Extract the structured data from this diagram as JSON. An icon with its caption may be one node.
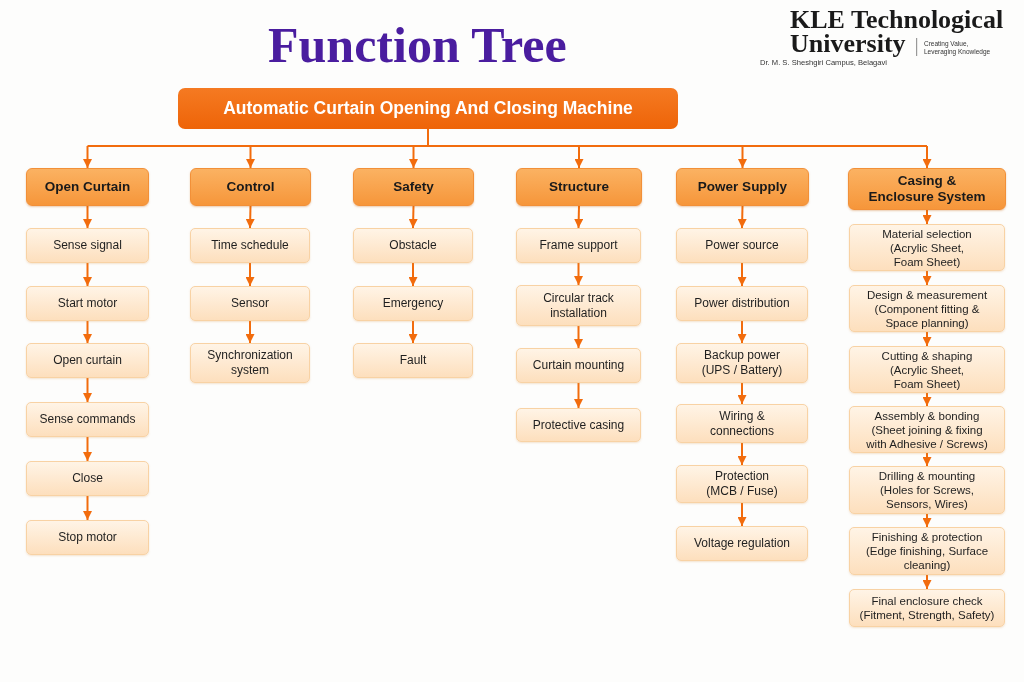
{
  "diagram": {
    "title": "Function Tree",
    "nodes": [
      {
        "text": [
          "Automatic Curtain Opening And Closing Machine"
        ]
      },
      {
        "text": [
          "Open Curtain"
        ]
      },
      {
        "text": [
          "Sense signal"
        ]
      },
      {
        "text": [
          "Start motor"
        ]
      },
      {
        "text": [
          "Open curtain"
        ]
      },
      {
        "text": [
          "Sense commands"
        ]
      },
      {
        "text": [
          "Close"
        ]
      },
      {
        "text": [
          "Stop motor"
        ]
      },
      {
        "text": [
          "Control"
        ]
      },
      {
        "text": [
          "Time schedule"
        ]
      },
      {
        "text": [
          "Sensor"
        ]
      },
      {
        "text": [
          "Synchronization system"
        ]
      },
      {
        "text": [
          "Safety"
        ]
      },
      {
        "text": [
          "Obstacle"
        ]
      },
      {
        "text": [
          "Emergency"
        ]
      },
      {
        "text": [
          "Fault"
        ]
      },
      {
        "text": [
          "Structure"
        ]
      },
      {
        "text": [
          "Frame support"
        ]
      },
      {
        "text": [
          "Circular track installation"
        ]
      },
      {
        "text": [
          "Curtain mounting"
        ]
      },
      {
        "text": [
          "Protective casing"
        ]
      },
      {
        "text": [
          "Power Supply"
        ]
      },
      {
        "text": [
          "Power source"
        ]
      },
      {
        "text": [
          "Power distribution"
        ]
      },
      {
        "text": [
          "Backup power (UPS / Battery)"
        ]
      },
      {
        "text": [
          "Wiring & connections"
        ]
      },
      {
        "text": [
          "Protection (MCB / Fuse)"
        ]
      },
      {
        "text": [
          "Voltage regulation"
        ]
      },
      {
        "text": [
          "Casing & Enclosure System"
        ]
      },
      {
        "text": [
          "Material selection (Acrylic Sheet, Foam Sheet)"
        ]
      },
      {
        "text": [
          "Design & measurement (Component fitting & Space planning)"
        ]
      },
      {
        "text": [
          "Cutting & shaping (Acrylic Sheet, Foam Sheet)"
        ]
      },
      {
        "text": [
          "Assembly & bonding (Sheet joining & fixing with Adhesive / Screws)"
        ]
      },
      {
        "text": [
          "Drilling & mounting (Holes for Screws, Sensors, Wires)"
        ]
      },
      {
        "text": [
          "Finishing & protection (Edge finishing, Surface cleaning)"
        ]
      },
      {
        "text": [
          "Final enclosure check (Fitment, Strength, Safety)"
        ]
      }
    ],
    "edges": [
      {
        "from": 0,
        "to": 1,
        "arrow": "to"
      },
      {
        "from": 0,
        "to": 8,
        "arrow": "to"
      },
      {
        "from": 0,
        "to": 12,
        "arrow": "to"
      },
      {
        "from": 0,
        "to": 16,
        "arrow": "to"
      },
      {
        "from": 0,
        "to": 21,
        "arrow": "to"
      },
      {
        "from": 0,
        "to": 28,
        "arrow": "to"
      },
      {
        "from": 1,
        "to": 2,
        "arrow": "to"
      },
      {
        "from": 2,
        "to": 3,
        "arrow": "to"
      },
      {
        "from": 3,
        "to": 4,
        "arrow": "to"
      },
      {
        "from": 4,
        "to": 5,
        "arrow": "to"
      },
      {
        "from": 5,
        "to": 6,
        "arrow": "to"
      },
      {
        "from": 6,
        "to": 7,
        "arrow": "to"
      },
      {
        "from": 8,
        "to": 9,
        "arrow": "to"
      },
      {
        "from": 9,
        "to": 10,
        "arrow": "to"
      },
      {
        "from": 10,
        "to": 11,
        "arrow": "to"
      },
      {
        "from": 12,
        "to": 13,
        "arrow": "to"
      },
      {
        "from": 13,
        "to": 14,
        "arrow": "to"
      },
      {
        "from": 14,
        "to": 15,
        "arrow": "to"
      },
      {
        "from": 16,
        "to": 17,
        "arrow": "to"
      },
      {
        "from": 17,
        "to": 18,
        "arrow": "to"
      },
      {
        "from": 18,
        "to": 19,
        "arrow": "to"
      },
      {
        "from": 19,
        "to": 20,
        "arrow": "to"
      },
      {
        "from": 21,
        "to": 22,
        "arrow": "to"
      },
      {
        "from": 22,
        "to": 23,
        "arrow": "to"
      },
      {
        "from": 23,
        "to": 24,
        "arrow": "to"
      },
      {
        "from": 24,
        "to": 25,
        "arrow": "to"
      },
      {
        "from": 25,
        "to": 26,
        "arrow": "to"
      },
      {
        "from": 26,
        "to": 27,
        "arrow": "to"
      },
      {
        "from": 28,
        "to": 29,
        "arrow": "to"
      },
      {
        "from": 29,
        "to": 30,
        "arrow": "to"
      },
      {
        "from": 30,
        "to": 31,
        "arrow": "to"
      },
      {
        "from": 31,
        "to": 32,
        "arrow": "to"
      },
      {
        "from": 32,
        "to": 33,
        "arrow": "to"
      },
      {
        "from": 33,
        "to": 34,
        "arrow": "to"
      },
      {
        "from": 34,
        "to": 35,
        "arrow": "to"
      }
    ],
    "labels": [
      "KLE Technological",
      "University",
      "Creating Value, Leveraging Knowledge",
      "Dr. M. S. Sheshgiri Campus, Belagavi"
    ]
  }
}
